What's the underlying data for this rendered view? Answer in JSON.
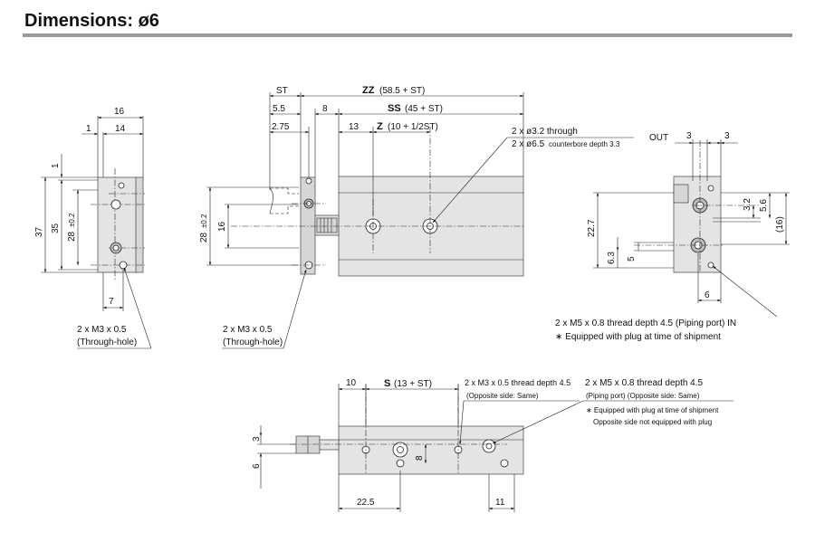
{
  "title": "Dimensions: ø6",
  "side_view": {
    "dim_16": "16",
    "dim_1": "1",
    "dim_14": "14",
    "dim_1_v": "1",
    "dim_37": "37",
    "dim_35": "35",
    "dim_28": "28",
    "tol_28": "±0.2",
    "dim_7": "7",
    "callout_line1": "2 x M3 x 0.5",
    "callout_line2": "(Through-hole)"
  },
  "front_view": {
    "dim_st": "ST",
    "zz_label": "ZZ",
    "zz_expr": "(58.5 + ST)",
    "dim_5_5": "5.5",
    "dim_8": "8",
    "ss_label": "SS",
    "ss_expr": "(45 + ST)",
    "dim_2_75": "2.75",
    "dim_13": "13",
    "z_label": "Z",
    "z_expr": "(10 + 1/2ST)",
    "dim_28": "28",
    "tol_28": "±0.2",
    "dim_16": "16",
    "hole_note1": "2 x ø3.2 through",
    "hole_note2_a": "2 x ø6.5",
    "hole_note2_b": "counterbore depth 3.3",
    "callout_line1": "2 x M3 x 0.5",
    "callout_line2": "(Through-hole)"
  },
  "right_view": {
    "out_label": "OUT",
    "dim_3a": "3",
    "dim_3b": "3",
    "dim_3_2": "3.2",
    "dim_5_6": "5.6",
    "dim_16p": "(16)",
    "dim_22_7": "22.7",
    "dim_6_3": "6.3",
    "dim_5": "5",
    "dim_6": "6",
    "port_note": "2 x M5 x 0.8 thread depth 4.5 (Piping port) IN",
    "plug_note": "∗ Equipped with plug at time of shipment"
  },
  "bottom_view": {
    "dim_10": "10",
    "s_label": "S",
    "s_expr": "(13 + ST)",
    "thread_note1": "2 x M3 x 0.5 thread depth 4.5",
    "thread_note2": "(Opposite side: Same)",
    "port_note1": "2 x M5 x 0.8 thread depth 4.5",
    "port_note2": "(Piping port) (Opposite side: Same)",
    "plug_note1": "∗ Equipped with plug at time of shipment",
    "plug_note2": "Opposite side not equipped with plug",
    "dim_3": "3",
    "dim_6": "6",
    "dim_8": "8",
    "dim_22_5": "22.5",
    "dim_11": "11"
  }
}
